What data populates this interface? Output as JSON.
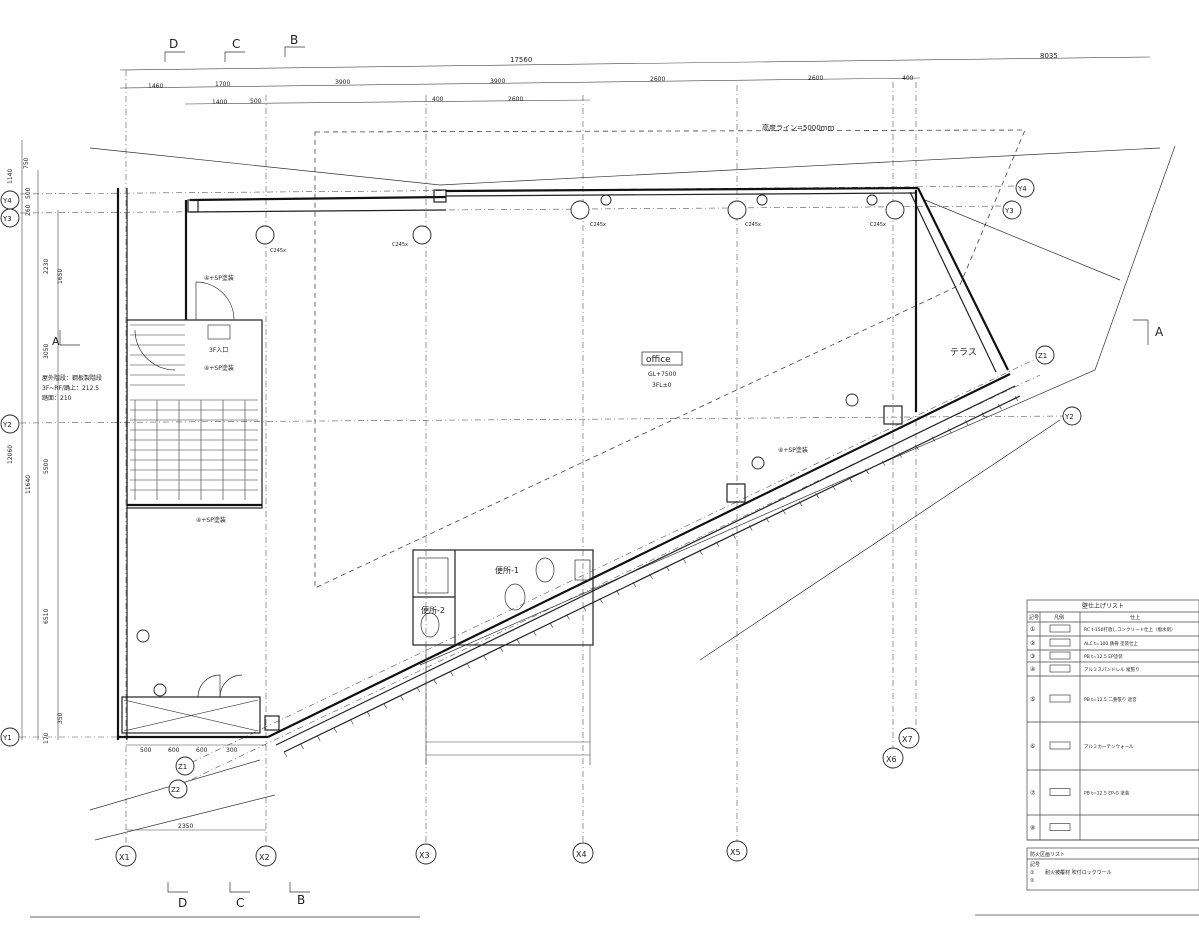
{
  "grid_top": [
    "D",
    "C",
    "B"
  ],
  "grid_bottom": [
    "D",
    "C",
    "B"
  ],
  "grid_x": [
    "X1",
    "X2",
    "X3",
    "X4",
    "X5",
    "X6",
    "X7"
  ],
  "grid_y_left": [
    "Y4",
    "Y3",
    "Y2",
    "Y1"
  ],
  "grid_y_right": [
    "Y4",
    "Y3",
    "Y2"
  ],
  "grid_z": [
    "Z1",
    "Z2"
  ],
  "section_mark": "A",
  "dims_top_total": "17560",
  "dims_top_right": "8035",
  "dims_top_row1": [
    "1460",
    "1700",
    "3900",
    "3900",
    "2600",
    "2600",
    "400"
  ],
  "dims_top_row2": [
    "1400",
    "500",
    "400",
    "2600"
  ],
  "dims_left": [
    "1140",
    "750",
    "500",
    "260",
    "2230",
    "1650",
    "3050",
    "12060",
    "11640",
    "5500",
    "6510",
    "350",
    "170"
  ],
  "dims_bottom": [
    "500",
    "600",
    "600",
    "300"
  ],
  "dims_bottom_left": "2350",
  "height_line": "高度ライン=5000mm",
  "room_name": "office",
  "room_level1": "GL+7500",
  "room_level2": "3FL±0",
  "terrace": "テラス",
  "toilet1": "便所-1",
  "toilet2": "便所-2",
  "entry": "3F入口",
  "stair_note1": "屋外階段：鋼板製階段",
  "stair_note2": "3F~RF/踊上：212.5",
  "stair_note3": "踏面：210",
  "col_label": "C245x",
  "door_tag": "④+SP塗装",
  "legend_title": "壁仕上げリスト",
  "legend_head": [
    "記号",
    "凡例",
    "仕上"
  ],
  "legend_rows": [
    "①",
    "②",
    "③",
    "④",
    "⑤",
    "⑥",
    "⑦",
    "⑧"
  ],
  "legend_texts": [
    "RC t-150打放しコンクリート仕上（撥水剤）",
    "ALC t=100 鉄骨 塗装仕上",
    "PB t=12.5 EP塗装",
    "アルミスパンドレル 縦張り",
    "PB t=12.5 二重張り 遮音",
    "アルミカーテンウォール",
    "PB t=12.5 EP-G 塗装",
    ""
  ],
  "legend2_title": "防火区画リスト",
  "legend2_rows": [
    "記号",
    "①",
    "②"
  ],
  "legend2_note": "耐火被覆材 吹付ロックウール"
}
